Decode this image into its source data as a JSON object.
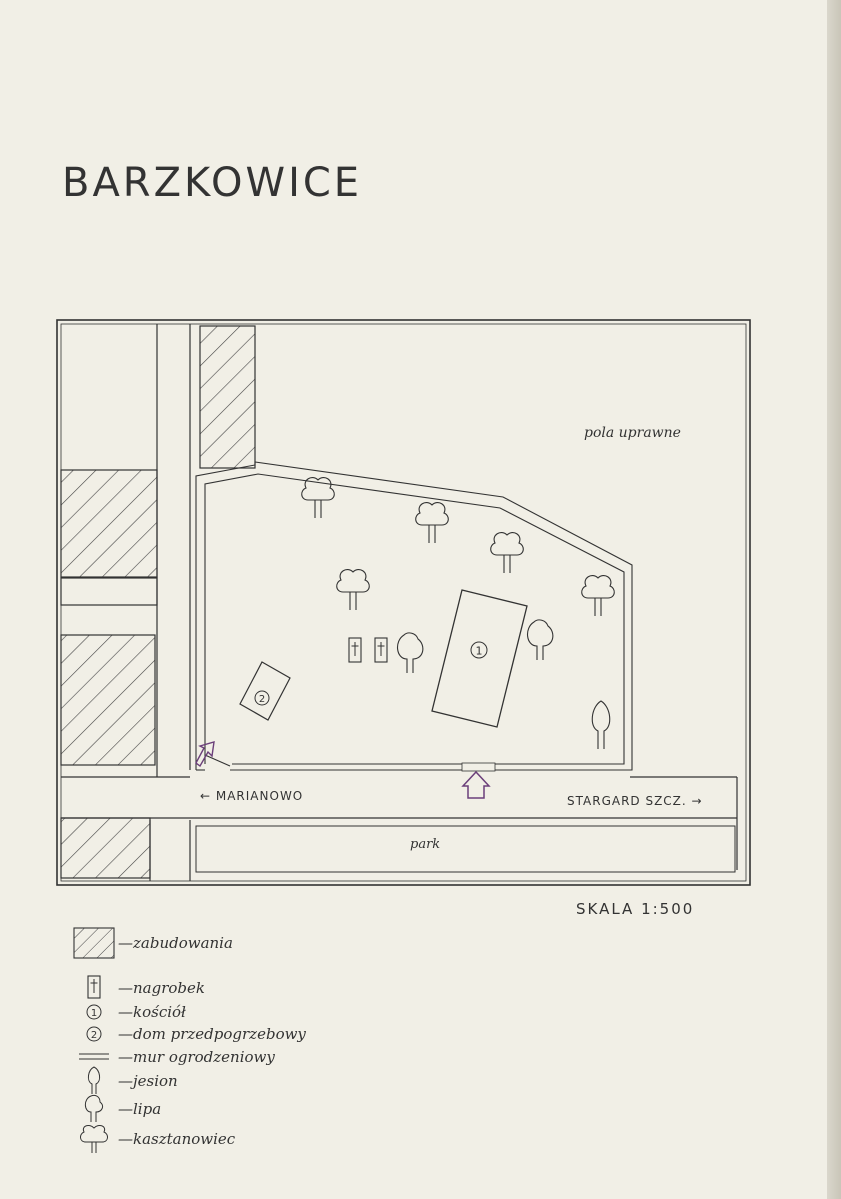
{
  "title": "BARZKOWICE",
  "labels": {
    "fields": "pola uprawne",
    "west_road": "← MARIANOWO",
    "east_road": "STARGARD SZCZ. →",
    "park": "park",
    "church_num": "1",
    "house_num": "2"
  },
  "scale": "SKALA   1:500",
  "legend": {
    "items": [
      {
        "icon": "hatched-building-icon",
        "dash": "—",
        "text": "zabudowania"
      },
      {
        "icon": "grave-icon",
        "dash": "—",
        "text": "nagrobek"
      },
      {
        "icon": "circled-1-icon",
        "dash": "—",
        "text": "kościół"
      },
      {
        "icon": "circled-2-icon",
        "dash": "—",
        "text": "dom przedpogrzebowy"
      },
      {
        "icon": "wall-icon",
        "dash": "—",
        "text": "mur ogrodzeniowy"
      },
      {
        "icon": "ash-tree-icon",
        "dash": "—",
        "text": "jesion"
      },
      {
        "icon": "linden-tree-icon",
        "dash": "—",
        "text": "lipa"
      },
      {
        "icon": "chestnut-tree-icon",
        "dash": "—",
        "text": "kasztanowiec"
      }
    ]
  }
}
